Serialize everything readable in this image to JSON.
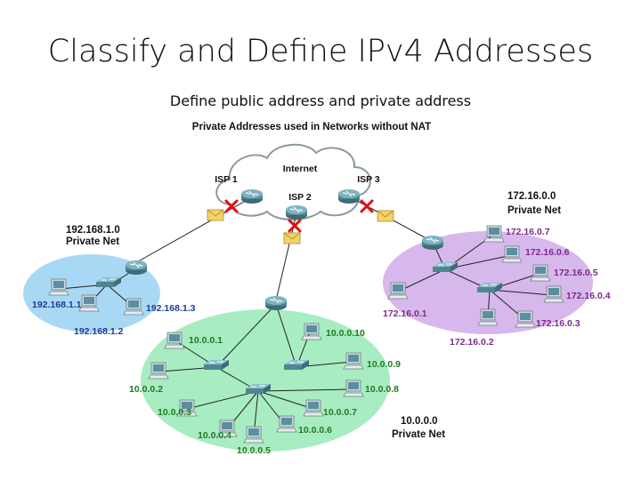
{
  "title": "Classify and Define IPv4 Addresses",
  "subtitle": "Define public address and private address",
  "diagram": {
    "header": "Private Addresses used in Networks without NAT",
    "cloud_label": "Internet",
    "isps": [
      "ISP 1",
      "ISP 2",
      "ISP 3"
    ],
    "networks": {
      "left": {
        "net": "192.168.1.0",
        "caption": "Private Net",
        "hosts": [
          "192.168.1.1",
          "192.168.1.2",
          "192.168.1.3"
        ]
      },
      "right": {
        "net": "172.16.0.0",
        "caption": "Private Net",
        "hosts": [
          "172.16.0.7",
          "172.16.0.6",
          "172.16.0.5",
          "172.16.0.4",
          "172.16.0.3",
          "172.16.0.2",
          "172.16.0.1"
        ]
      },
      "bottom": {
        "net": "10.0.0.0",
        "caption": "Private Net",
        "hosts": [
          "10.0.0.1",
          "10.0.0.2",
          "10.0.0.3",
          "10.0.0.4",
          "10.0.0.5",
          "10.0.0.6",
          "10.0.0.7",
          "10.0.0.8",
          "10.0.0.9",
          "10.0.0.10"
        ]
      }
    },
    "colors": {
      "left_zone": "#a9d8f5",
      "right_zone": "#d7b8ec",
      "bottom_zone": "#a8ecc2",
      "cloud": "#ffffff",
      "blocked": "#e01010",
      "device": "#4f7f8c"
    }
  }
}
